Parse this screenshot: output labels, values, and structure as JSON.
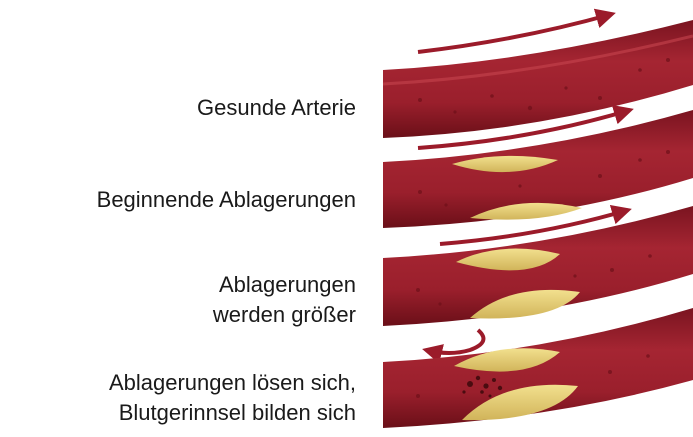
{
  "stages": [
    {
      "lines": [
        "Gesunde Arterie"
      ]
    },
    {
      "lines": [
        "Beginnende Ablagerungen"
      ]
    },
    {
      "lines": [
        "Ablagerungen",
        "werden größer"
      ]
    },
    {
      "lines": [
        "Ablagerungen lösen sich,",
        "Blutgerinnsel bilden sich"
      ]
    }
  ],
  "colors": {
    "artery_wall": "#8f1c28",
    "artery_dark": "#6e1019",
    "lumen": "#a8232f",
    "highlight": "#c7454f",
    "plaque": "#e8d27a",
    "plaque_dark": "#c9a94e",
    "flow_arrow": "#9b1b2a",
    "clot": "#4a0c10"
  }
}
